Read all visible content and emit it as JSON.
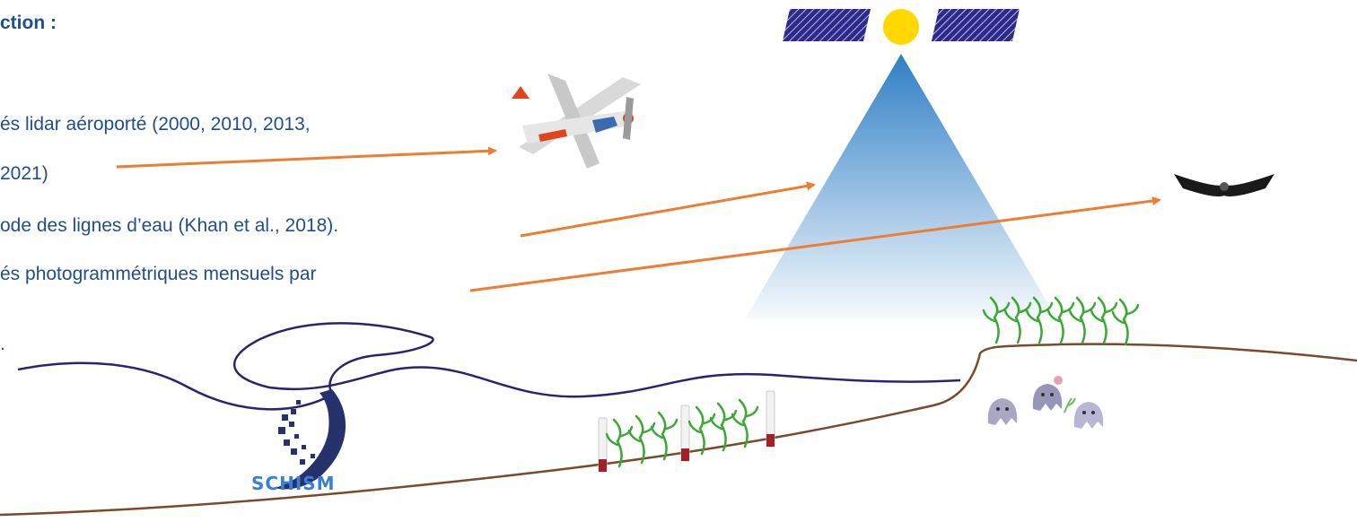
{
  "text": {
    "heading": "ction :",
    "line1": "és lidar aéroporté (2000, 2010, 2013,",
    "line2": "2021)",
    "line3": "ode des lignes d’eau (Khan et al., 2018).",
    "line4": "és photogrammétriques mensuels par",
    "line5": "."
  },
  "logo": {
    "label": "SCHISM"
  },
  "colors": {
    "text": "#1f4e8c",
    "arrow": "#ed7d31",
    "wave": "#2a2470",
    "ground": "#7a4a2a",
    "vegetation": "#3aa832",
    "satellite_panel": "#2c2a8c",
    "sun": "#ffd800",
    "beam_top": "#2f7fc6",
    "plane_accent": "#e0441a",
    "drone": "#1a1a1a"
  },
  "icons": [
    "satellite-icon",
    "airplane-icon",
    "drone-icon",
    "tide-gauge-icon",
    "seagrass-icon",
    "creature-icon"
  ]
}
